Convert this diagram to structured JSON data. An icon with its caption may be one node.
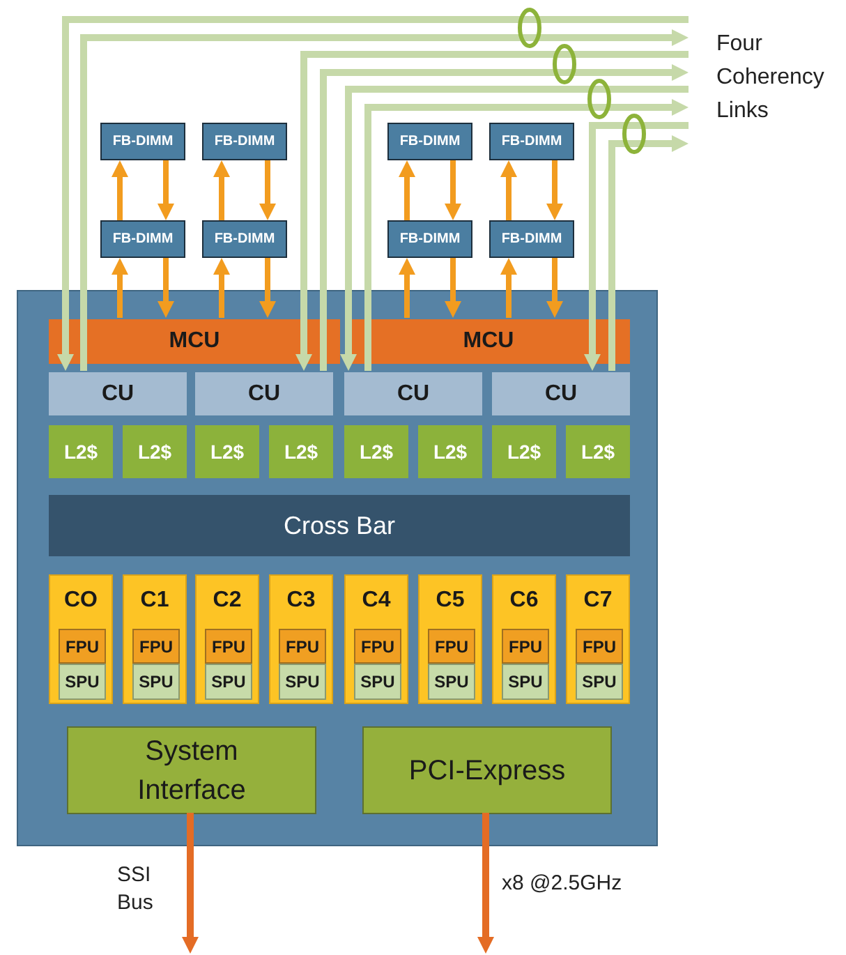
{
  "diagram": {
    "nodes": [
      {
        "text": [],
        "shape": "box"
      },
      {
        "text": [
          "FB-DIMM"
        ]
      },
      {
        "text": [
          "FB-DIMM"
        ]
      },
      {
        "text": [
          "FB-DIMM"
        ]
      },
      {
        "text": [
          "FB-DIMM"
        ]
      },
      {
        "text": [
          "FB-DIMM"
        ]
      },
      {
        "text": [
          "FB-DIMM"
        ]
      },
      {
        "text": [
          "FB-DIMM"
        ]
      },
      {
        "text": [
          "FB-DIMM"
        ]
      },
      {
        "text": [
          "MCU"
        ],
        "in": 0
      },
      {
        "text": [
          "MCU"
        ],
        "in": 0
      },
      {
        "text": [
          "CU"
        ],
        "in": 0
      },
      {
        "text": [
          "CU"
        ],
        "in": 0
      },
      {
        "text": [
          "CU"
        ],
        "in": 0
      },
      {
        "text": [
          "CU"
        ],
        "in": 0
      },
      {
        "text": [
          "L2$"
        ],
        "in": 0
      },
      {
        "text": [
          "L2$"
        ],
        "in": 0
      },
      {
        "text": [
          "L2$"
        ],
        "in": 0
      },
      {
        "text": [
          "L2$"
        ],
        "in": 0
      },
      {
        "text": [
          "L2$"
        ],
        "in": 0
      },
      {
        "text": [
          "L2$"
        ],
        "in": 0
      },
      {
        "text": [
          "L2$"
        ],
        "in": 0
      },
      {
        "text": [
          "L2$"
        ],
        "in": 0
      },
      {
        "text": [
          "Cross Bar"
        ],
        "in": 0
      },
      {
        "text": [
          "CO"
        ],
        "in": 0
      },
      {
        "text": [
          "C1"
        ],
        "in": 0
      },
      {
        "text": [
          "C2"
        ],
        "in": 0
      },
      {
        "text": [
          "C3"
        ],
        "in": 0
      },
      {
        "text": [
          "C4"
        ],
        "in": 0
      },
      {
        "text": [
          "C5"
        ],
        "in": 0
      },
      {
        "text": [
          "C6"
        ],
        "in": 0
      },
      {
        "text": [
          "C7"
        ],
        "in": 0
      },
      {
        "text": [
          "FPU"
        ],
        "in": 24
      },
      {
        "text": [
          "SPU"
        ],
        "in": 24
      },
      {
        "text": [
          "FPU"
        ],
        "in": 25
      },
      {
        "text": [
          "SPU"
        ],
        "in": 25
      },
      {
        "text": [
          "FPU"
        ],
        "in": 26
      },
      {
        "text": [
          "SPU"
        ],
        "in": 26
      },
      {
        "text": [
          "FPU"
        ],
        "in": 27
      },
      {
        "text": [
          "SPU"
        ],
        "in": 27
      },
      {
        "text": [
          "FPU"
        ],
        "in": 28
      },
      {
        "text": [
          "SPU"
        ],
        "in": 28
      },
      {
        "text": [
          "FPU"
        ],
        "in": 29
      },
      {
        "text": [
          "SPU"
        ],
        "in": 29
      },
      {
        "text": [
          "FPU"
        ],
        "in": 30
      },
      {
        "text": [
          "SPU"
        ],
        "in": 30
      },
      {
        "text": [
          "FPU"
        ],
        "in": 31
      },
      {
        "text": [
          "SPU"
        ],
        "in": 31
      },
      {
        "text": [
          "System Interface"
        ],
        "in": 0
      },
      {
        "text": [
          "PCI-Express"
        ],
        "in": 0
      }
    ],
    "edges": [
      {
        "from": 5,
        "to": 1,
        "arrow": "to"
      },
      {
        "from": 1,
        "to": 5,
        "arrow": "to"
      },
      {
        "from": 9,
        "to": 5,
        "arrow": "to"
      },
      {
        "from": 5,
        "to": 9,
        "arrow": "to"
      },
      {
        "from": 6,
        "to": 2,
        "arrow": "to"
      },
      {
        "from": 2,
        "to": 6,
        "arrow": "to"
      },
      {
        "from": 9,
        "to": 6,
        "arrow": "to"
      },
      {
        "from": 6,
        "to": 9,
        "arrow": "to"
      },
      {
        "from": 7,
        "to": 3,
        "arrow": "to"
      },
      {
        "from": 3,
        "to": 7,
        "arrow": "to"
      },
      {
        "from": 10,
        "to": 7,
        "arrow": "to"
      },
      {
        "from": 7,
        "to": 10,
        "arrow": "to"
      },
      {
        "from": 8,
        "to": 4,
        "arrow": "to"
      },
      {
        "from": 4,
        "to": 8,
        "arrow": "to"
      },
      {
        "from": 10,
        "to": 8,
        "arrow": "to"
      },
      {
        "from": 8,
        "to": 10,
        "arrow": "to"
      },
      {
        "from": null,
        "to": 11,
        "arrow": "to",
        "color": "#c6d9a9"
      },
      {
        "from": 11,
        "to": null,
        "arrow": "to",
        "color": "#c6d9a9"
      },
      {
        "from": null,
        "to": 12,
        "arrow": "to",
        "color": "#c6d9a9"
      },
      {
        "from": 12,
        "to": null,
        "arrow": "to",
        "color": "#c6d9a9"
      },
      {
        "from": null,
        "to": 13,
        "arrow": "to",
        "color": "#c6d9a9"
      },
      {
        "from": 13,
        "to": null,
        "arrow": "to",
        "color": "#c6d9a9"
      },
      {
        "from": null,
        "to": 14,
        "arrow": "to",
        "color": "#c6d9a9"
      },
      {
        "from": 14,
        "to": null,
        "arrow": "to",
        "color": "#c6d9a9"
      },
      {
        "from": 48,
        "to": null,
        "arrow": "to",
        "label": "SSI Bus",
        "color": "#e46c25"
      },
      {
        "from": 49,
        "to": null,
        "arrow": "to",
        "label": "x8 @2.5GHz",
        "color": "#e46c25"
      }
    ],
    "labels": [
      "Four Coherency Links"
    ]
  }
}
